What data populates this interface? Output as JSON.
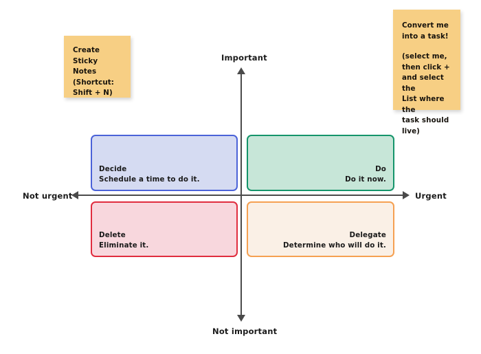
{
  "diagram": {
    "type": "eisenhower-matrix",
    "background_color": "#ffffff",
    "axes": {
      "vertical_top_label": "Important",
      "vertical_bottom_label": "Not important",
      "horizontal_left_label": "Not urgent",
      "horizontal_right_label": "Urgent",
      "line_color": "#4a4a4a"
    },
    "quadrants": [
      {
        "id": "decide",
        "position": "top-left",
        "title": "Decide",
        "subtitle": "Schedule a time to do it.",
        "text_align": "left",
        "border_color": "#4a62d8",
        "fill_color": "#d5dbf2"
      },
      {
        "id": "do",
        "position": "top-right",
        "title": "Do",
        "subtitle": "Do it now.",
        "text_align": "right",
        "border_color": "#14946a",
        "fill_color": "#c7e6d8"
      },
      {
        "id": "delete",
        "position": "bottom-left",
        "title": "Delete",
        "subtitle": "Eliminate it.",
        "text_align": "left",
        "border_color": "#e02c3e",
        "fill_color": "#f8d7dd"
      },
      {
        "id": "delegate",
        "position": "bottom-right",
        "title": "Delegate",
        "subtitle": "Determine who will do it.",
        "text_align": "right",
        "border_color": "#f5a051",
        "fill_color": "#faf0e6"
      }
    ],
    "sticky_notes": [
      {
        "id": "create-sticky-notes",
        "color": "#f7cf84",
        "line_1": "Create Sticky",
        "line_2": "Notes",
        "line_3": "(Shortcut:",
        "line_4": "Shift + N)"
      },
      {
        "id": "convert-to-task",
        "color": "#f7cf84",
        "line_1": "Convert me",
        "line_2": "into a task!",
        "line_3": "(select me,",
        "line_4": "then click +",
        "line_5": "and select the",
        "line_6": "List where the",
        "line_7": "task should",
        "line_8": "live)"
      }
    ]
  }
}
